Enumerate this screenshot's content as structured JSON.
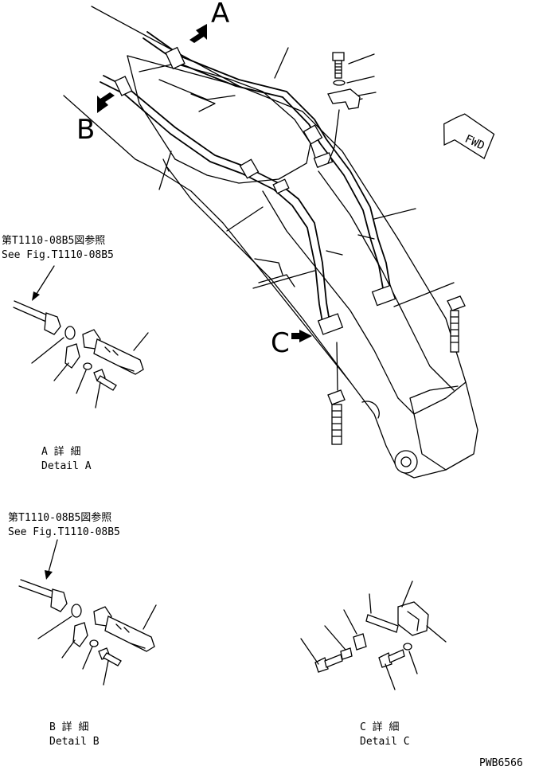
{
  "callouts": {
    "a": "A",
    "b": "B",
    "c": "C"
  },
  "fwd_label": "FWD",
  "reference_jp": "第T1110-08B5図参照",
  "reference_en": "See Fig.T1110-08B5",
  "detail_a": {
    "jp": "A 詳 細",
    "en": "Detail A"
  },
  "detail_b": {
    "jp": "B 詳 細",
    "en": "Detail B"
  },
  "detail_c": {
    "jp": "C 詳 細",
    "en": "Detail C"
  },
  "drawing_code": "PWB6566"
}
